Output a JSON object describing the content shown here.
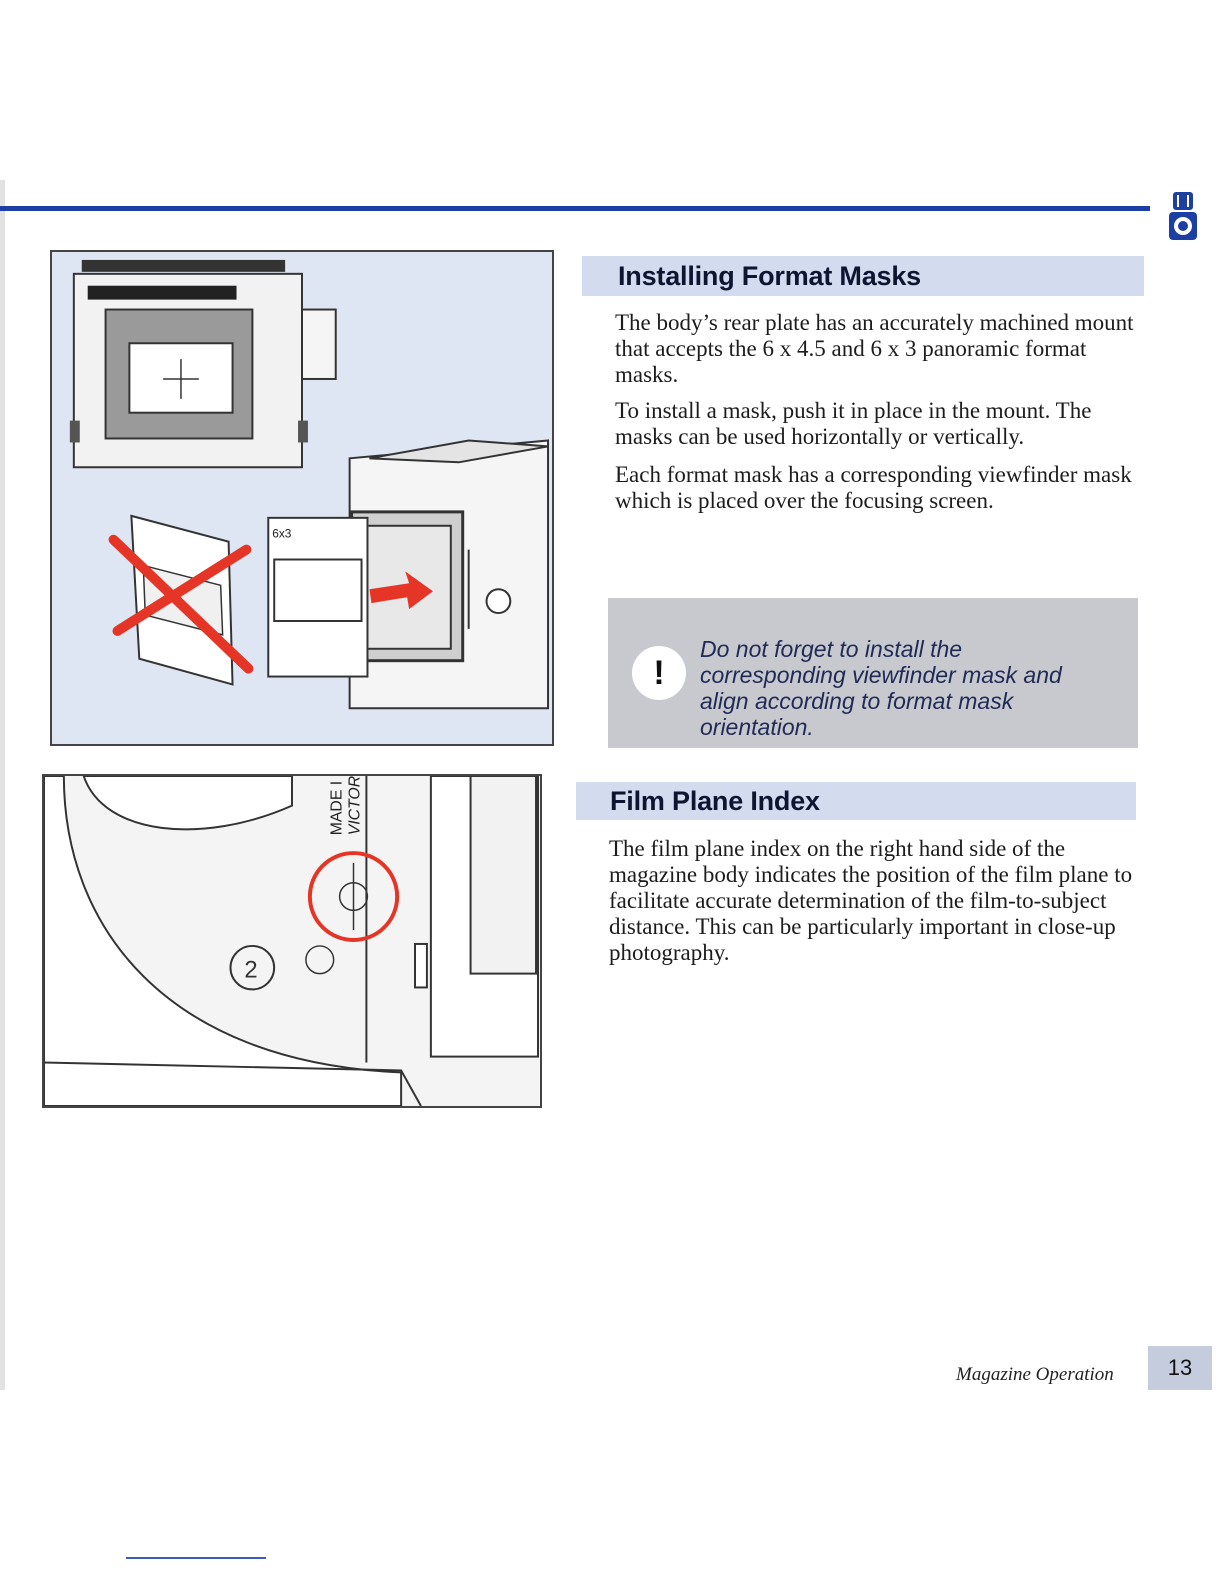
{
  "section1": {
    "heading": "Installing Format Masks",
    "paragraphs": [
      "The body’s rear plate has an accurately machined mount that accepts the 6 x 4.5 and 6 x 3 panoramic format masks.",
      "To install a mask, push it in place in the mount. The masks can be used horizontally or vertically.",
      "Each format mask has a corresponding viewfinder mask which is placed over the focusing screen."
    ]
  },
  "note": {
    "icon": "!",
    "text": "Do not forget to install the corresponding viewfinder mask and align according to format mask orientation."
  },
  "section2": {
    "heading": "Film Plane Index",
    "paragraph": "The film plane index on the right hand side of the magazine body indicates the position of the film plane to facilitate accurate determination of the film-to-subject distance. This can be particularly important in close-up photography."
  },
  "figure1": {
    "mask_label": "6x3"
  },
  "figure2": {
    "engraving_line1": "MADE I",
    "engraving_line2": "VICTOR",
    "magazine_number": "2"
  },
  "footer": {
    "section_title": "Magazine Operation",
    "page_number": "13"
  },
  "colors": {
    "rule": "#1d3fa3",
    "heading_band": "#d3dbef",
    "note_band": "#c7c9cf",
    "red_marks": "#e53526"
  }
}
